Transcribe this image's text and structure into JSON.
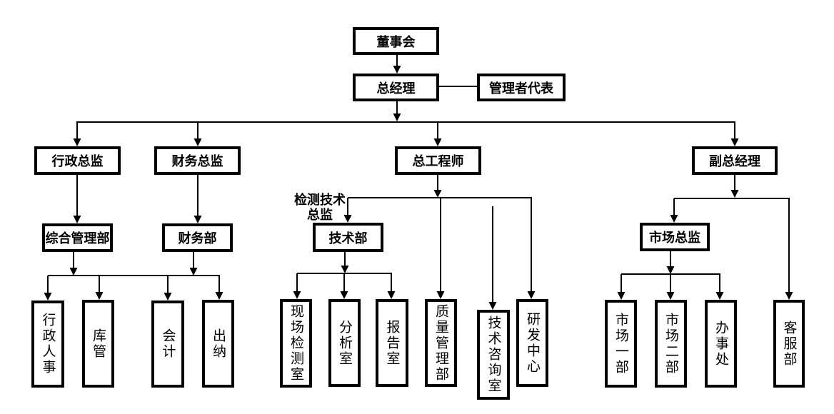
{
  "org_chart": {
    "top": {
      "board": "董事会",
      "general_manager": "总经理",
      "management_representative": "管理者代表"
    },
    "admin_branch": {
      "director": "行政总监",
      "department": "综合管理部",
      "units": [
        "行政人事",
        "库管"
      ]
    },
    "finance_branch": {
      "director": "财务总监",
      "department": "财务部",
      "units": [
        "会计",
        "出纳"
      ]
    },
    "engineering_branch": {
      "head": "总工程师",
      "technical_dept": "技术部",
      "technical_dept_head_label": [
        "检测技术",
        "总监"
      ],
      "technical_units": [
        "现场检测室",
        "分析室",
        "报告室"
      ],
      "direct_units": [
        "质量管理部",
        "技术咨询室",
        "研发中心"
      ]
    },
    "deputy_gm_branch": {
      "head": "副总经理",
      "marketing_director": "市场总监",
      "marketing_units": [
        "市场一部",
        "市场二部",
        "办事处"
      ],
      "direct_units": [
        "客服部"
      ]
    }
  }
}
